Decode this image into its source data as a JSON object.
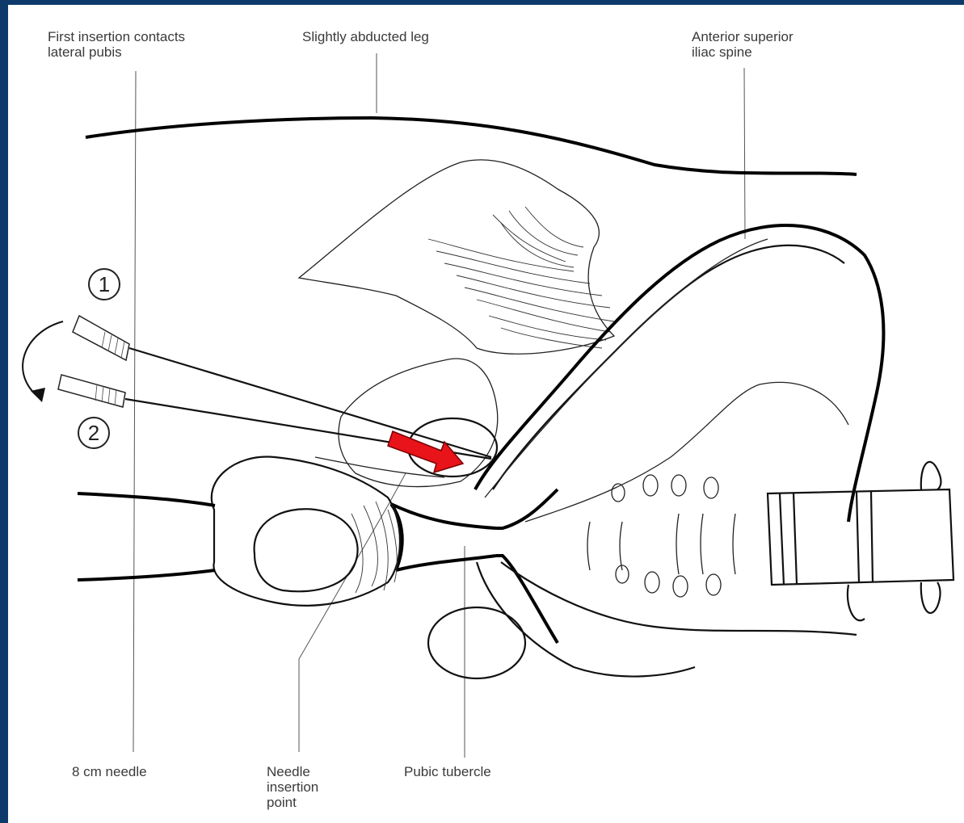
{
  "labels": {
    "first_insertion": "First insertion contacts\nlateral pubis",
    "abducted_leg": "Slightly abducted leg",
    "asis": "Anterior superior\niliac spine",
    "needle_8cm": "8 cm needle",
    "insertion_point": "Needle\ninsertion\npoint",
    "pubic_tubercle": "Pubic tubercle"
  },
  "markers": {
    "step1": "1",
    "step2": "2"
  },
  "colors": {
    "frame": "#0e3a6b",
    "arrow": "#e8141a",
    "line": "#111111"
  },
  "icons": {
    "pointer": "red-arrow",
    "rotation": "curved-arrow"
  }
}
